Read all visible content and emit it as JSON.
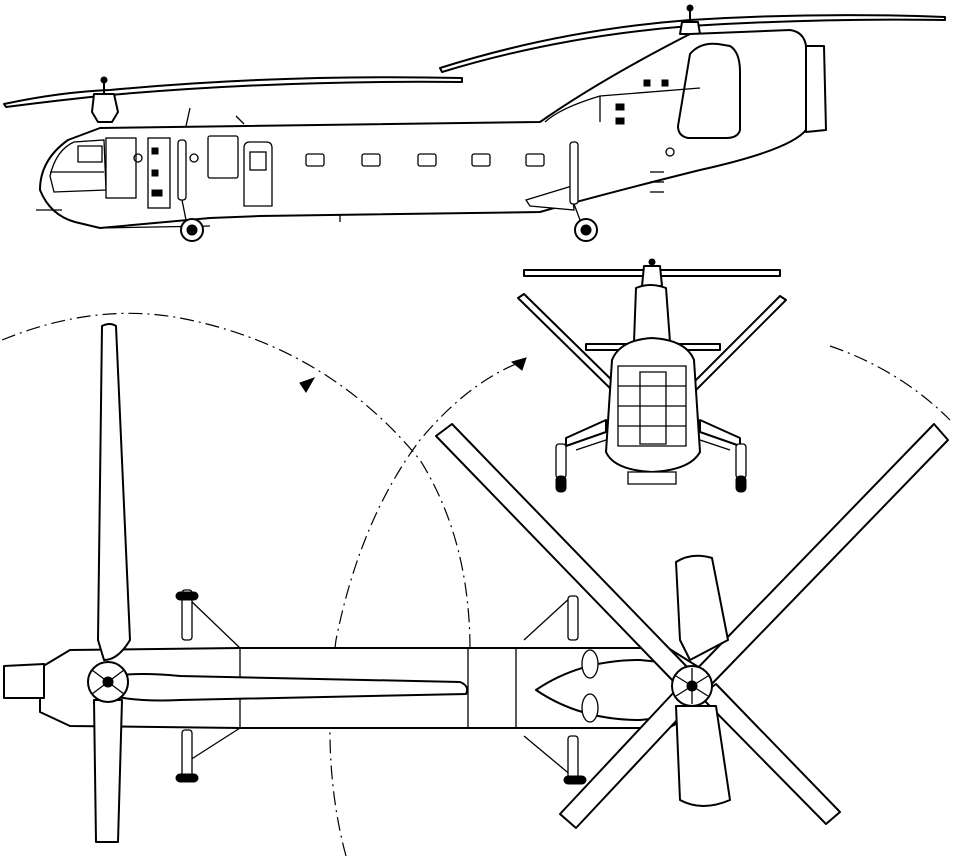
{
  "views": [
    {
      "id": "side",
      "view": "side"
    },
    {
      "id": "front",
      "view": "front"
    },
    {
      "id": "top",
      "view": "top"
    }
  ]
}
